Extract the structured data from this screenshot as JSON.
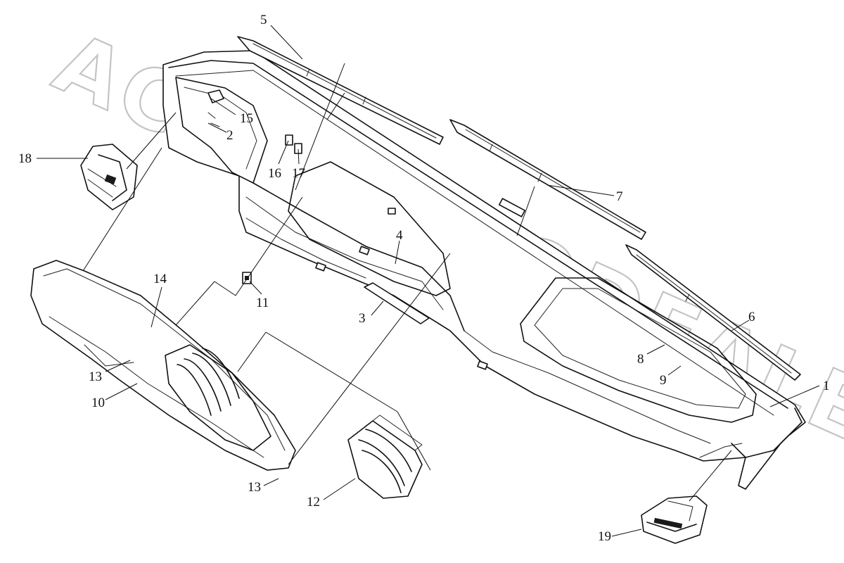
{
  "watermark": "ACHT.AUTODEALER.RU",
  "callouts": [
    {
      "id": "callout-1",
      "label": "1"
    },
    {
      "id": "callout-2",
      "label": "2"
    },
    {
      "id": "callout-3",
      "label": "3"
    },
    {
      "id": "callout-4",
      "label": "4"
    },
    {
      "id": "callout-5",
      "label": "5"
    },
    {
      "id": "callout-6",
      "label": "6"
    },
    {
      "id": "callout-7",
      "label": "7"
    },
    {
      "id": "callout-8",
      "label": "8"
    },
    {
      "id": "callout-9",
      "label": "9"
    },
    {
      "id": "callout-10",
      "label": "10"
    },
    {
      "id": "callout-11",
      "label": "11"
    },
    {
      "id": "callout-12",
      "label": "12"
    },
    {
      "id": "callout-13a",
      "label": "13"
    },
    {
      "id": "callout-13b",
      "label": "13"
    },
    {
      "id": "callout-14",
      "label": "14"
    },
    {
      "id": "callout-15",
      "label": "15"
    },
    {
      "id": "callout-16",
      "label": "16"
    },
    {
      "id": "callout-17",
      "label": "17"
    },
    {
      "id": "callout-18",
      "label": "18"
    },
    {
      "id": "callout-19",
      "label": "19"
    }
  ]
}
